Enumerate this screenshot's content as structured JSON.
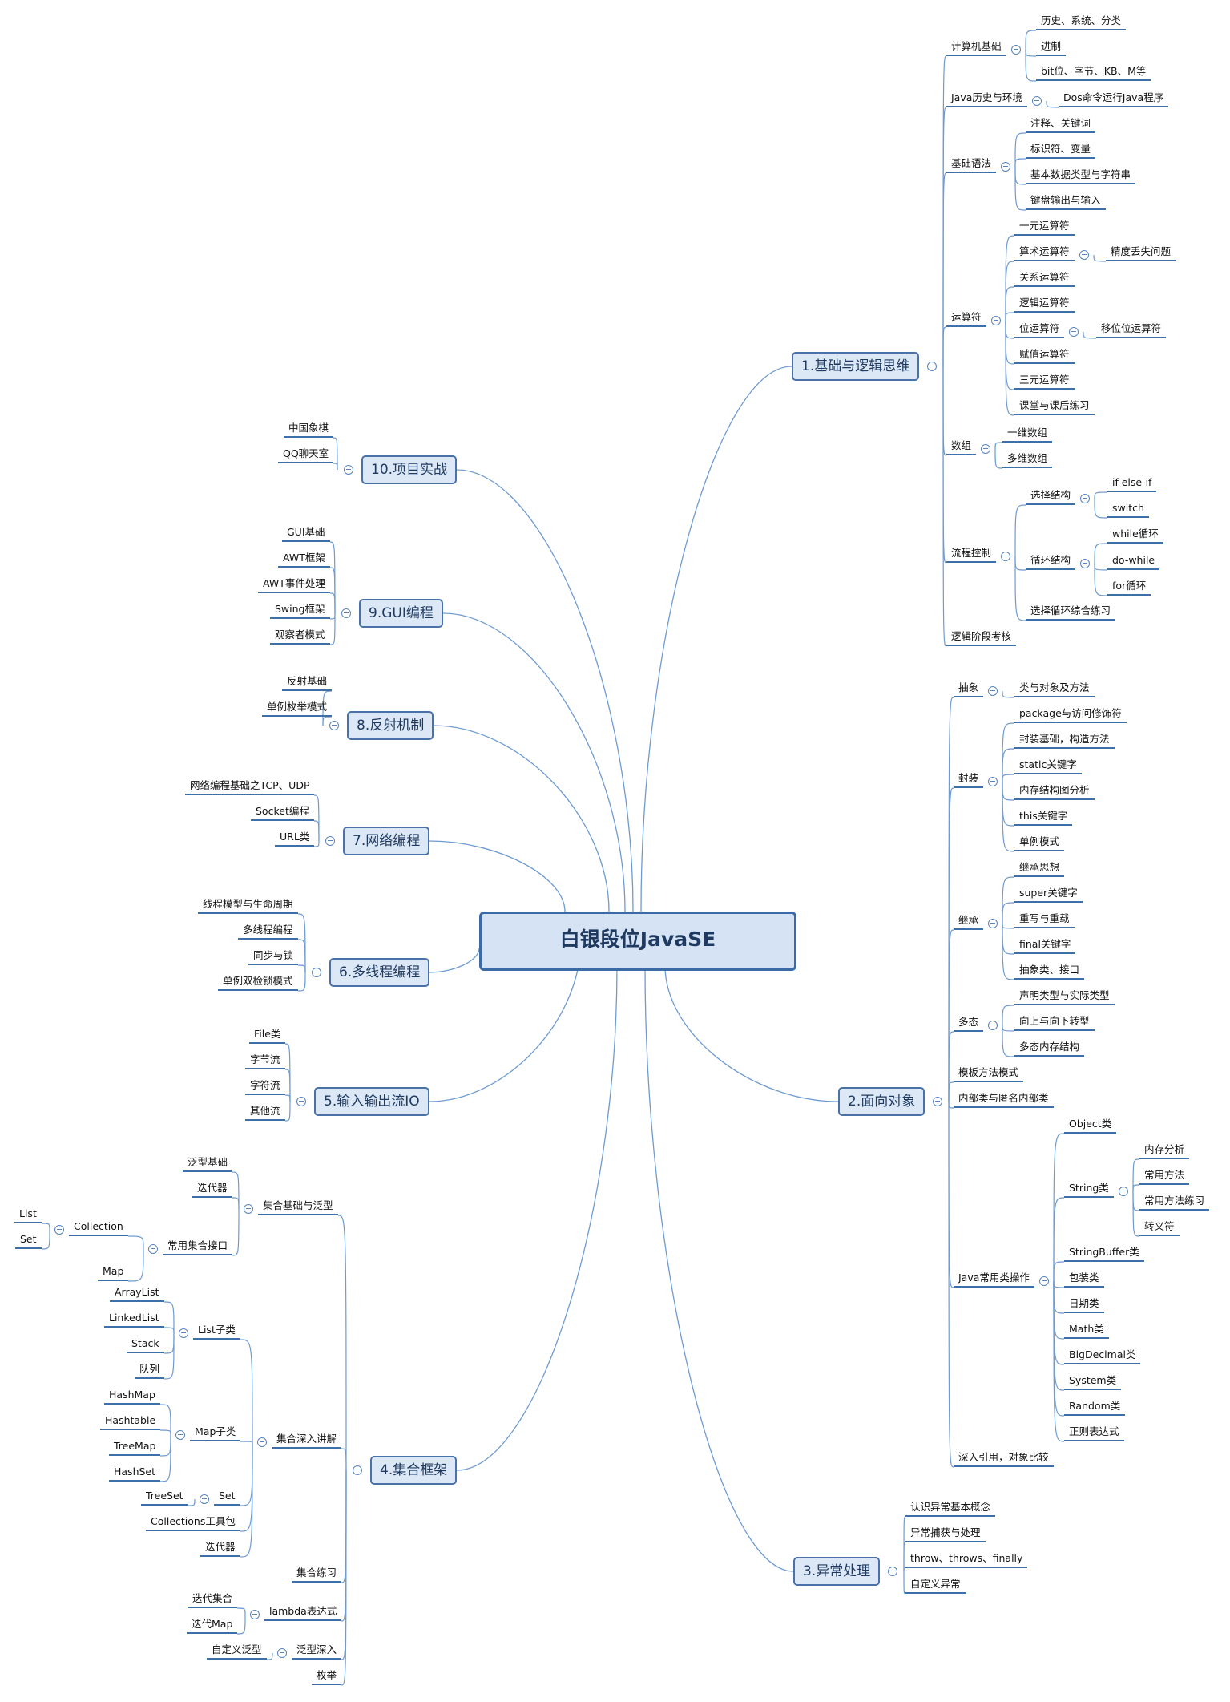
{
  "root": "白银段位JavaSE",
  "branches": [
    {
      "id": "b1",
      "label": "1.基础与逻辑思维",
      "children": [
        {
          "label": "计算机基础",
          "children": [
            "历史、系统、分类",
            "进制",
            "bit位、字节、KB、M等"
          ]
        },
        {
          "label": "Java历史与环境",
          "children": [
            "Dos命令运行Java程序"
          ]
        },
        {
          "label": "基础语法",
          "children": [
            "注释、关键词",
            "标识符、变量",
            "基本数据类型与字符串",
            "键盘输出与输入"
          ]
        },
        {
          "label": "运算符",
          "children": [
            "一元运算符",
            {
              "label": "算术运算符",
              "children": [
                "精度丢失问题"
              ]
            },
            "关系运算符",
            "逻辑运算符",
            {
              "label": "位运算符",
              "children": [
                "移位位运算符"
              ]
            },
            "赋值运算符",
            "三元运算符",
            "课堂与课后练习"
          ]
        },
        {
          "label": "数组",
          "children": [
            "一维数组",
            "多维数组"
          ]
        },
        {
          "label": "流程控制",
          "children": [
            {
              "label": "选择结构",
              "children": [
                "if-else-if",
                "switch"
              ]
            },
            {
              "label": "循环结构",
              "children": [
                "while循环",
                "do-while",
                "for循环"
              ]
            },
            "选择循环综合练习"
          ]
        },
        {
          "label": "逻辑阶段考核"
        }
      ]
    },
    {
      "id": "b2",
      "label": "2.面向对象",
      "children": [
        {
          "label": "抽象",
          "children": [
            "类与对象及方法"
          ]
        },
        {
          "label": "封装",
          "children": [
            "package与访问修饰符",
            "封装基础，构造方法",
            "static关键字",
            "内存结构图分析",
            "this关键字",
            "单例模式"
          ]
        },
        {
          "label": "继承",
          "children": [
            "继承思想",
            "super关键字",
            "重写与重载",
            "final关键字",
            "抽象类、接口"
          ]
        },
        {
          "label": "多态",
          "children": [
            "声明类型与实际类型",
            "向上与向下转型",
            "多态内存结构"
          ]
        },
        {
          "label": "模板方法模式"
        },
        {
          "label": "内部类与匿名内部类"
        },
        {
          "label": "Java常用类操作",
          "children": [
            "Object类",
            {
              "label": "String类",
              "children": [
                "内存分析",
                "常用方法",
                "常用方法练习",
                "转义符"
              ]
            },
            "StringBuffer类",
            "包装类",
            "日期类",
            "Math类",
            "BigDecimal类",
            "System类",
            "Random类",
            "正则表达式"
          ]
        },
        {
          "label": "深入引用，对象比较"
        }
      ]
    },
    {
      "id": "b3",
      "label": "3.异常处理",
      "children": [
        "认识异常基本概念",
        "异常捕获与处理",
        "throw、throws、finally",
        "自定义异常"
      ]
    },
    {
      "id": "b4",
      "label": "4.集合框架",
      "children": [
        {
          "label": "集合基础与泛型",
          "children": [
            "泛型基础",
            "迭代器",
            {
              "label": "常用集合接口",
              "children": [
                {
                  "label": "Collection",
                  "children": [
                    "List",
                    "Set"
                  ]
                },
                "Map"
              ]
            }
          ]
        },
        {
          "label": "集合深入讲解",
          "children": [
            {
              "label": "List子类",
              "children": [
                "ArrayList",
                "LinkedList",
                "Stack",
                "队列"
              ]
            },
            {
              "label": "Map子类",
              "children": [
                "HashMap",
                "Hashtable",
                "TreeMap",
                "HashSet"
              ]
            },
            {
              "label": "Set",
              "children": [
                "TreeSet"
              ]
            },
            "Collections工具包",
            "迭代器"
          ]
        },
        {
          "label": "集合练习"
        },
        {
          "label": "lambda表达式",
          "children": [
            "迭代集合",
            "迭代Map"
          ]
        },
        {
          "label": "泛型深入",
          "children": [
            "自定义泛型"
          ]
        },
        {
          "label": "枚举"
        }
      ]
    },
    {
      "id": "b5",
      "label": "5.输入输出流IO",
      "children": [
        "File类",
        "字节流",
        "字符流",
        "其他流"
      ]
    },
    {
      "id": "b6",
      "label": "6.多线程编程",
      "children": [
        "线程模型与生命周期",
        "多线程编程",
        "同步与锁",
        "单例双检锁模式"
      ]
    },
    {
      "id": "b7",
      "label": "7.网络编程",
      "children": [
        "网络编程基础之TCP、UDP",
        "Socket编程",
        "URL类"
      ]
    },
    {
      "id": "b8",
      "label": "8.反射机制",
      "children": [
        "反射基础",
        "单例枚举模式"
      ]
    },
    {
      "id": "b9",
      "label": "9.GUI编程",
      "children": [
        "GUI基础",
        "AWT框架",
        "AWT事件处理",
        "Swing框架",
        "观察者模式"
      ]
    },
    {
      "id": "b10",
      "label": "10.项目实战",
      "children": [
        "中国象棋",
        "QQ聊天室"
      ]
    }
  ]
}
